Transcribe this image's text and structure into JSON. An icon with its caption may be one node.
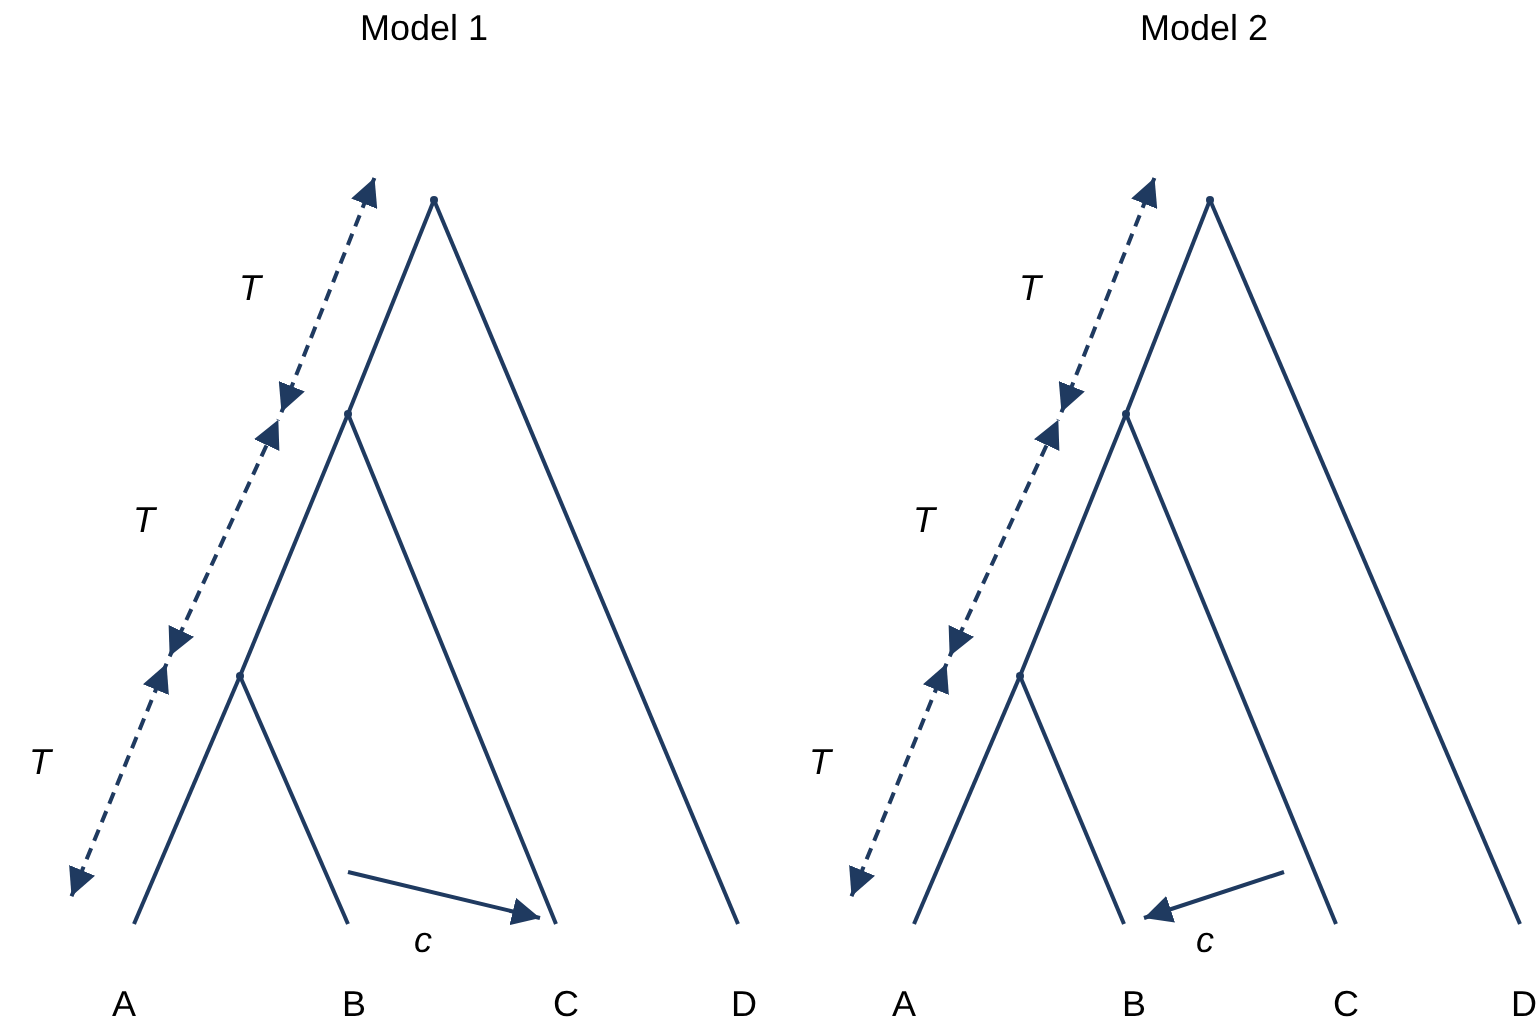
{
  "diagram": {
    "nodes": [
      {
        "text": [],
        "shape": "point"
      },
      {
        "text": [],
        "shape": "point"
      },
      {
        "text": [],
        "shape": "point"
      },
      {
        "text": [
          "A"
        ]
      },
      {
        "text": [
          "B"
        ]
      },
      {
        "text": [
          "C"
        ]
      },
      {
        "text": [
          "D"
        ]
      },
      {
        "text": [],
        "shape": "point"
      },
      {
        "text": [],
        "shape": "point"
      },
      {
        "text": [],
        "shape": "point"
      },
      {
        "text": [
          "A"
        ]
      },
      {
        "text": [
          "B"
        ]
      },
      {
        "text": [
          "C"
        ]
      },
      {
        "text": [
          "D"
        ]
      }
    ],
    "edges": [
      {
        "from": 0,
        "to": 1,
        "arrow": "none"
      },
      {
        "from": 0,
        "to": 6,
        "arrow": "none"
      },
      {
        "from": 1,
        "to": 2,
        "arrow": "none"
      },
      {
        "from": 1,
        "to": 5,
        "arrow": "none"
      },
      {
        "from": 2,
        "to": 3,
        "arrow": "none"
      },
      {
        "from": 2,
        "to": 4,
        "arrow": "none"
      },
      {
        "from": 4,
        "to": 5,
        "arrow": "to",
        "label": "c"
      },
      {
        "from": 7,
        "to": 8,
        "arrow": "none"
      },
      {
        "from": 7,
        "to": 13,
        "arrow": "none"
      },
      {
        "from": 8,
        "to": 9,
        "arrow": "none"
      },
      {
        "from": 8,
        "to": 12,
        "arrow": "none"
      },
      {
        "from": 9,
        "to": 10,
        "arrow": "none"
      },
      {
        "from": 9,
        "to": 11,
        "arrow": "none"
      },
      {
        "from": 12,
        "to": 11,
        "arrow": "to",
        "label": "c"
      }
    ],
    "labels": [
      "Model 1",
      "Model 2",
      "T",
      "T",
      "T",
      "T",
      "T",
      "T"
    ]
  }
}
